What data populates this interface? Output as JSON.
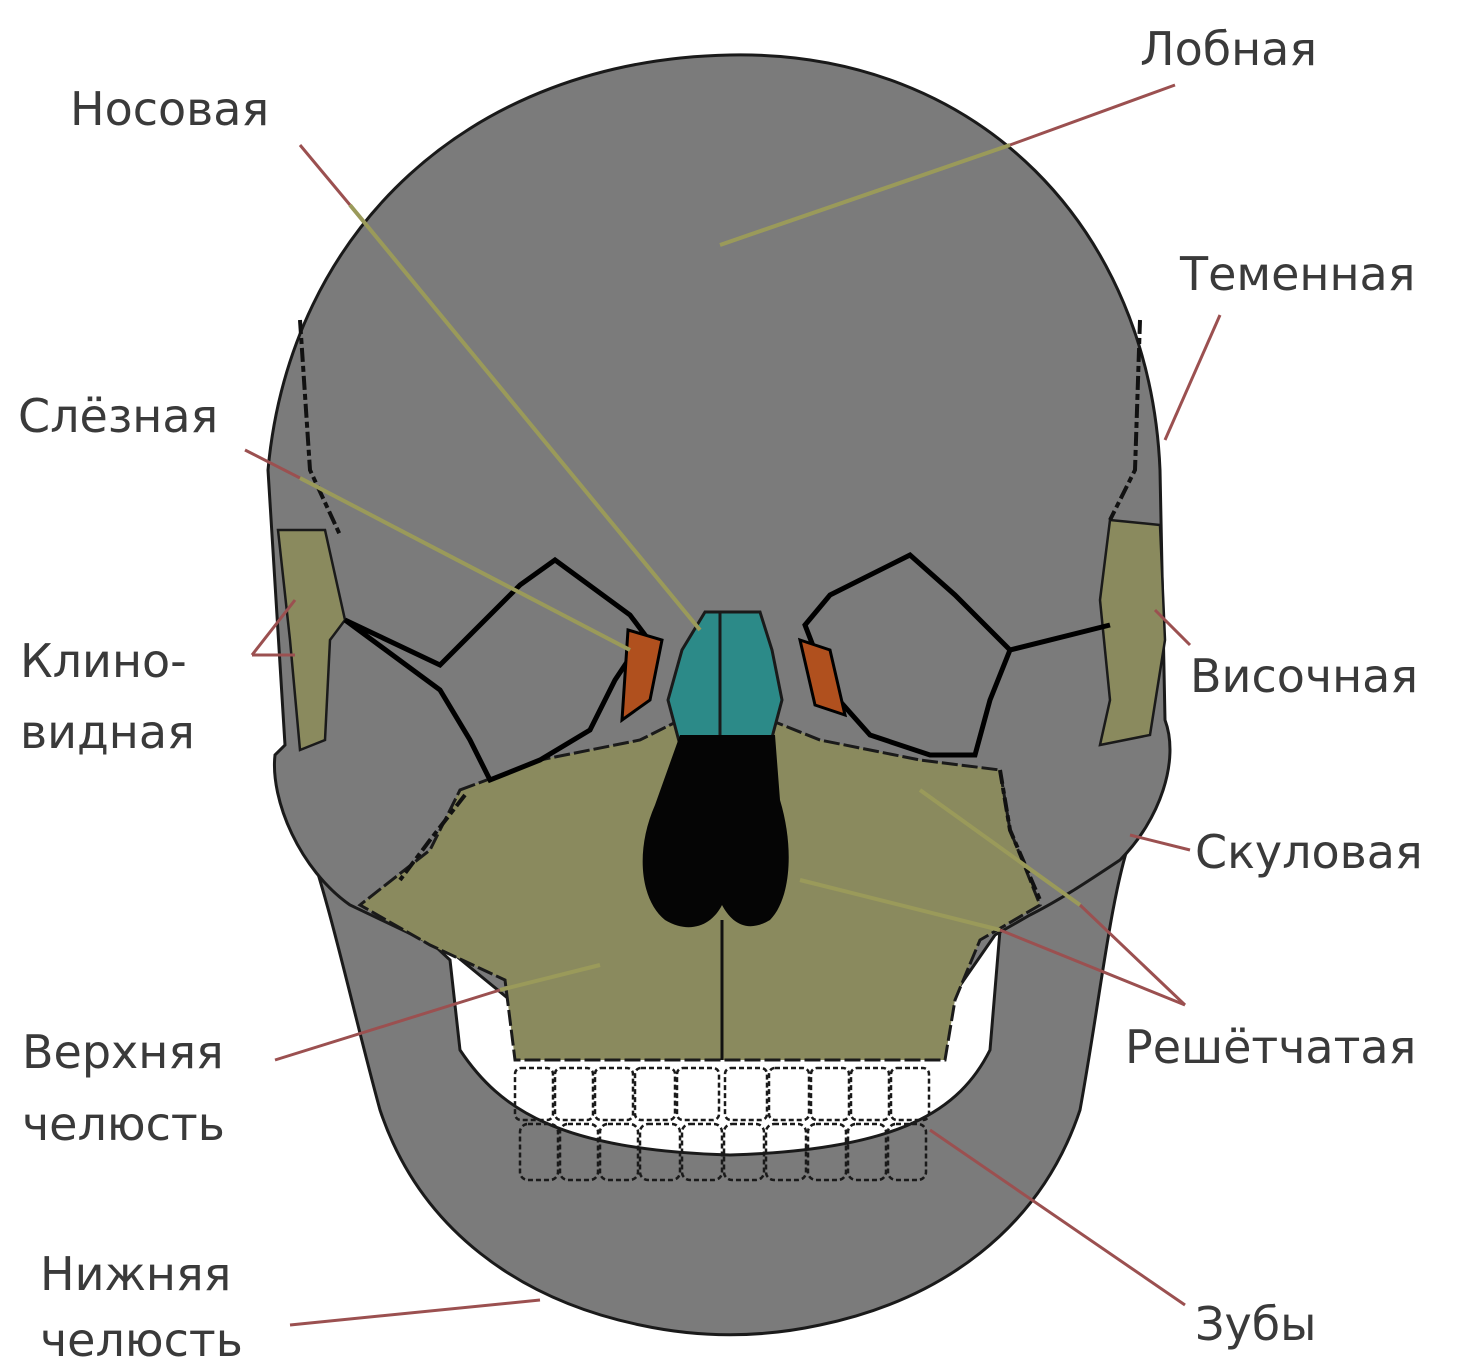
{
  "colors": {
    "bone_gray": "#7b7b7b",
    "maxilla_olive": "#8a8a5e",
    "nasal_teal": "#2c8a88",
    "cavity_black": "#050505",
    "lacrimal_orange": "#b0501e",
    "leader_line": "#9b5050",
    "text": "#3a3a3a"
  },
  "labels": {
    "frontal": "Лобная",
    "nasal": "Носовая",
    "parietal": "Теменная",
    "lacrimal": "Слёзная",
    "sphenoid_line1": "Клино-",
    "sphenoid_line2": "видная",
    "temporal": "Височная",
    "zygomatic": "Скуловая",
    "ethmoid": "Решётчатая",
    "maxilla_line1": "Верхняя",
    "maxilla_line2": "челюсть",
    "mandible_line1": "Нижняя",
    "mandible_line2": "челюсть",
    "teeth": "Зубы"
  }
}
